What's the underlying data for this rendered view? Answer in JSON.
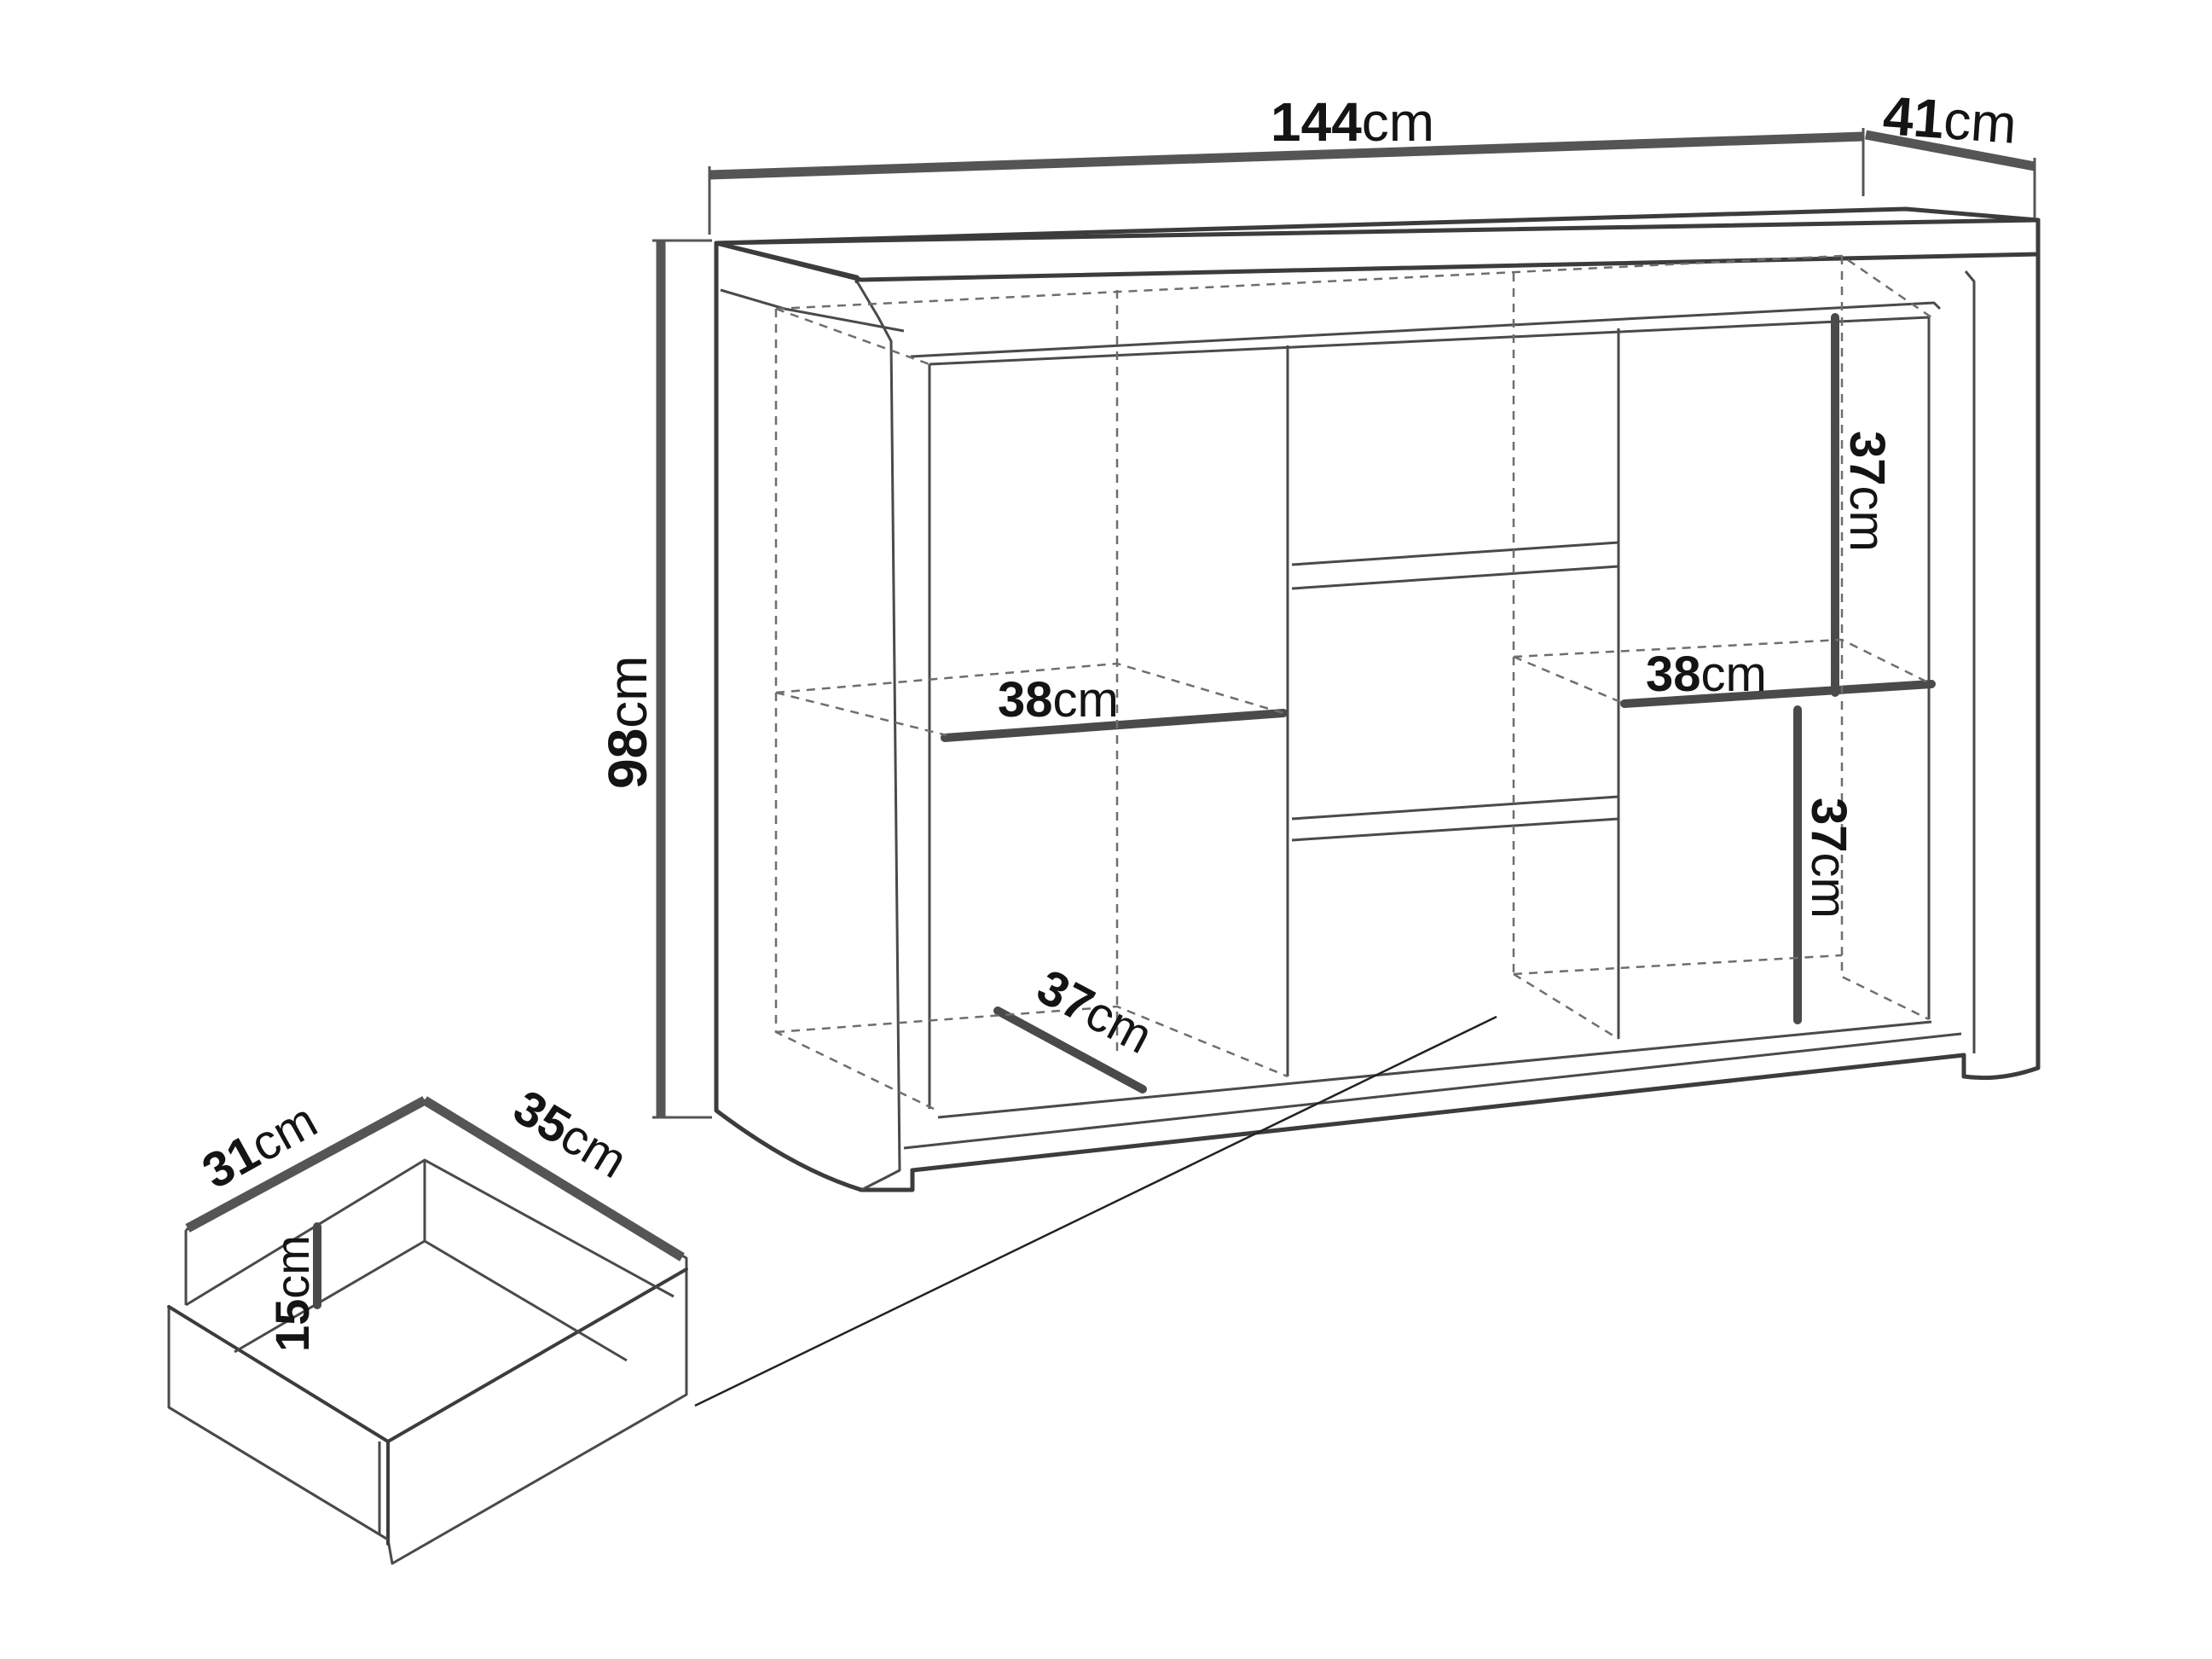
{
  "dimensions": {
    "width": {
      "value": "144",
      "unit": "cm"
    },
    "depth": {
      "value": "41",
      "unit": "cm"
    },
    "height": {
      "value": "98",
      "unit": "cm"
    },
    "shelf_left_width": {
      "value": "38",
      "unit": "cm"
    },
    "shelf_right_width": {
      "value": "38",
      "unit": "cm"
    },
    "compartment_upper_height": {
      "value": "37",
      "unit": "cm"
    },
    "compartment_lower_height": {
      "value": "37",
      "unit": "cm"
    },
    "shelf_depth": {
      "value": "37",
      "unit": "cm"
    },
    "drawer_depth": {
      "value": "31",
      "unit": "cm"
    },
    "drawer_width": {
      "value": "35",
      "unit": "cm"
    },
    "drawer_height": {
      "value": "15",
      "unit": "cm"
    }
  },
  "colors": {
    "line": "#3c3c3c",
    "dimension_bar": "#555555",
    "text": "#141414",
    "background": "#ffffff"
  }
}
